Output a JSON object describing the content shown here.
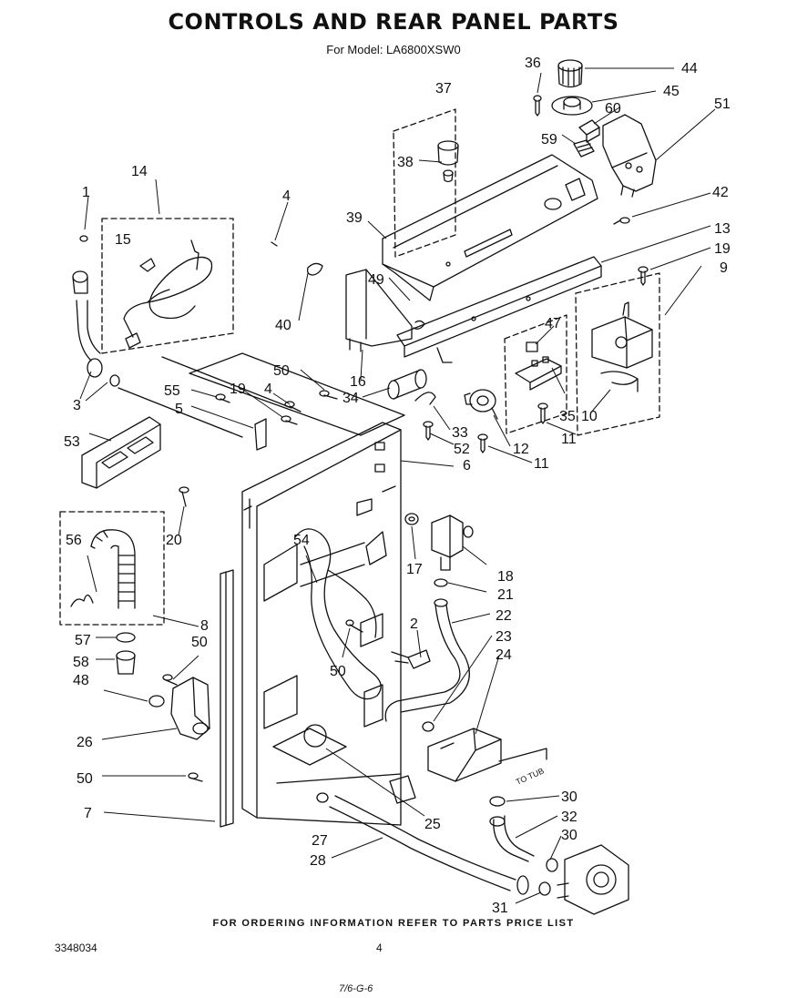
{
  "header": {
    "title": "CONTROLS AND REAR PANEL PARTS",
    "model_line": "For Model: LA6800XSW0"
  },
  "footer": {
    "ordering_note": "FOR ORDERING INFORMATION REFER TO PARTS PRICE LIST",
    "document_number": "3348034",
    "page_number": "4",
    "handwritten_note": "7/6-G-6"
  },
  "annotations": {
    "to_tub": "TO TUB"
  },
  "callouts": [
    "1",
    "2",
    "3",
    "4",
    "4",
    "5",
    "6",
    "7",
    "8",
    "9",
    "10",
    "11",
    "11",
    "12",
    "13",
    "14",
    "15",
    "16",
    "17",
    "18",
    "19",
    "19",
    "20",
    "21",
    "22",
    "23",
    "24",
    "25",
    "26",
    "27",
    "28",
    "30",
    "30",
    "31",
    "32",
    "33",
    "34",
    "35",
    "36",
    "37",
    "38",
    "39",
    "40",
    "42",
    "44",
    "45",
    "47",
    "48",
    "49",
    "50",
    "50",
    "50",
    "50",
    "51",
    "52",
    "53",
    "54",
    "55",
    "56",
    "57",
    "58",
    "59",
    "60"
  ],
  "colors": {
    "ink": "#111111",
    "paper": "#ffffff"
  }
}
